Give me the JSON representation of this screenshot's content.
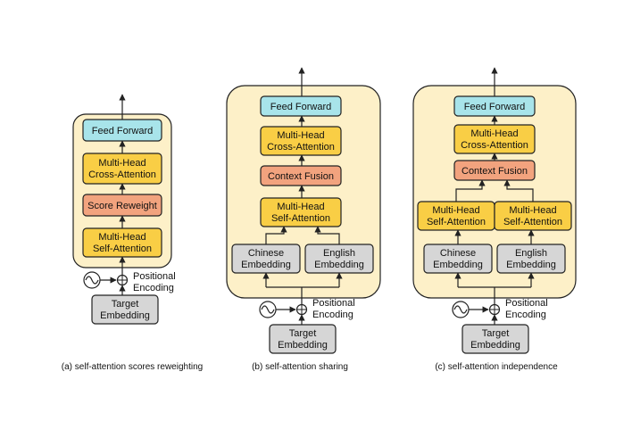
{
  "labels": {
    "feed_forward": "Feed Forward",
    "cross_attention": [
      "Multi-Head",
      "Cross-Attention"
    ],
    "self_attention": [
      "Multi-Head",
      "Self-Attention"
    ],
    "score_reweight": "Score Reweight",
    "context_fusion": "Context Fusion",
    "chinese_embedding": [
      "Chinese",
      "Embedding"
    ],
    "english_embedding": [
      "English",
      "Embedding"
    ],
    "target_embedding": [
      "Target",
      "Embedding"
    ],
    "positional_encoding": [
      "Positional",
      "Encoding"
    ]
  },
  "captions": {
    "a": "(a) self-attention scores reweighting",
    "b": "(b) self-attention sharing",
    "c": "(c) self-attention independence"
  },
  "colors": {
    "panel_fill": "#fdf0c8",
    "feed_forward": "#a8e4ea",
    "attention": "#f9ce45",
    "fusion": "#f2a37e",
    "embedding": "#d6d6d6",
    "stroke": "#222222"
  }
}
